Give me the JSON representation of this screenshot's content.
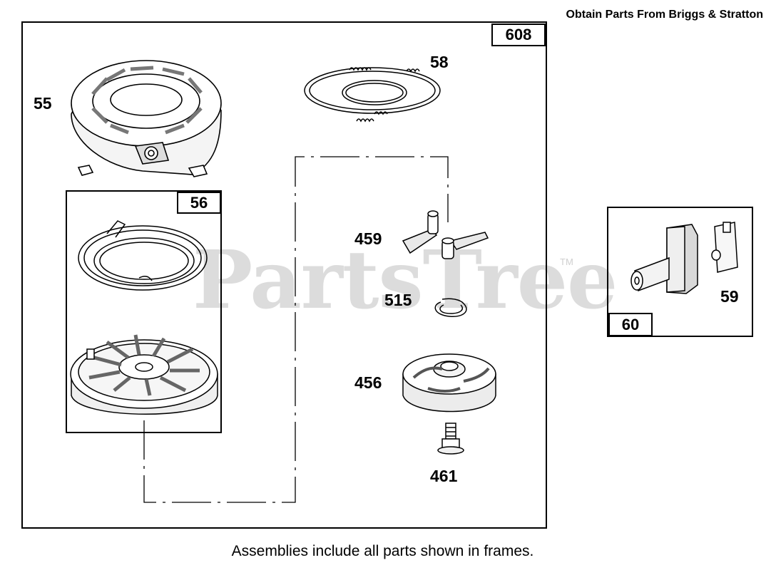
{
  "header_note": "Obtain Parts From Briggs & Stratton",
  "footer_note": "Assemblies include all parts shown in frames.",
  "watermark": "PartsTree",
  "watermark_mark": "TM",
  "frames": {
    "main_id": "608",
    "sub_id": "56",
    "side_id": "60"
  },
  "callouts": {
    "p55": "55",
    "p58": "58",
    "p459": "459",
    "p515": "515",
    "p456": "456",
    "p461": "461",
    "p59": "59"
  },
  "parts": [
    {
      "callout": "55",
      "icon": "blower-housing-icon"
    },
    {
      "callout": "58",
      "icon": "starter-rope-icon"
    },
    {
      "callout": "56",
      "icon": "recoil-spring-and-pulley-icon"
    },
    {
      "callout": "459",
      "icon": "starter-dog-icon"
    },
    {
      "callout": "515",
      "icon": "retainer-ring-icon"
    },
    {
      "callout": "456",
      "icon": "starter-cup-icon"
    },
    {
      "callout": "461",
      "icon": "shoulder-screw-icon"
    },
    {
      "callout": "59",
      "icon": "starter-handle-icon"
    }
  ]
}
